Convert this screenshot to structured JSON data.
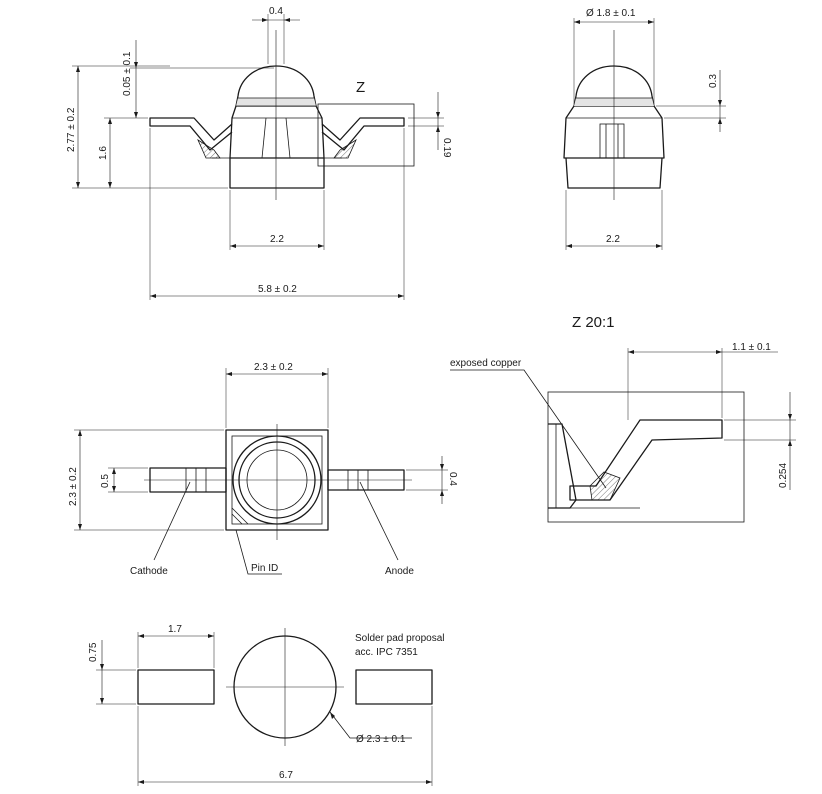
{
  "detail_label": "Z",
  "detail_title": "Z 20:1",
  "dimensions": {
    "lens_width": "0.4",
    "lens_offset": "0.05 ± 0.1",
    "total_height": "2.77 ± 0.2",
    "lead_height": "1.6",
    "lead_thickness": "0.19",
    "body_width_front": "2.2",
    "overall_length": "5.8 ± 0.2",
    "lens_diameter": "Ø 1.8 ± 0.1",
    "lens_step": "0.3",
    "body_width_side": "2.2",
    "top_body_width": "2.3 ± 0.2",
    "top_body_height": "2.3 ± 0.2",
    "lead_width_left": "0.5",
    "lead_width_right": "0.4",
    "detail_lead_length": "1.1 ± 0.1",
    "detail_thickness": "0.254",
    "pad_length": "1.7",
    "pad_height": "0.75",
    "pad_circle": "Ø 2.3 ± 0.1",
    "pad_span": "6.7"
  },
  "labels": {
    "cathode": "Cathode",
    "pin_id": "Pin ID",
    "anode": "Anode",
    "exposed_copper": "exposed copper",
    "pad_note_line1": "Solder pad proposal",
    "pad_note_line2": "acc. IPC 7351"
  }
}
